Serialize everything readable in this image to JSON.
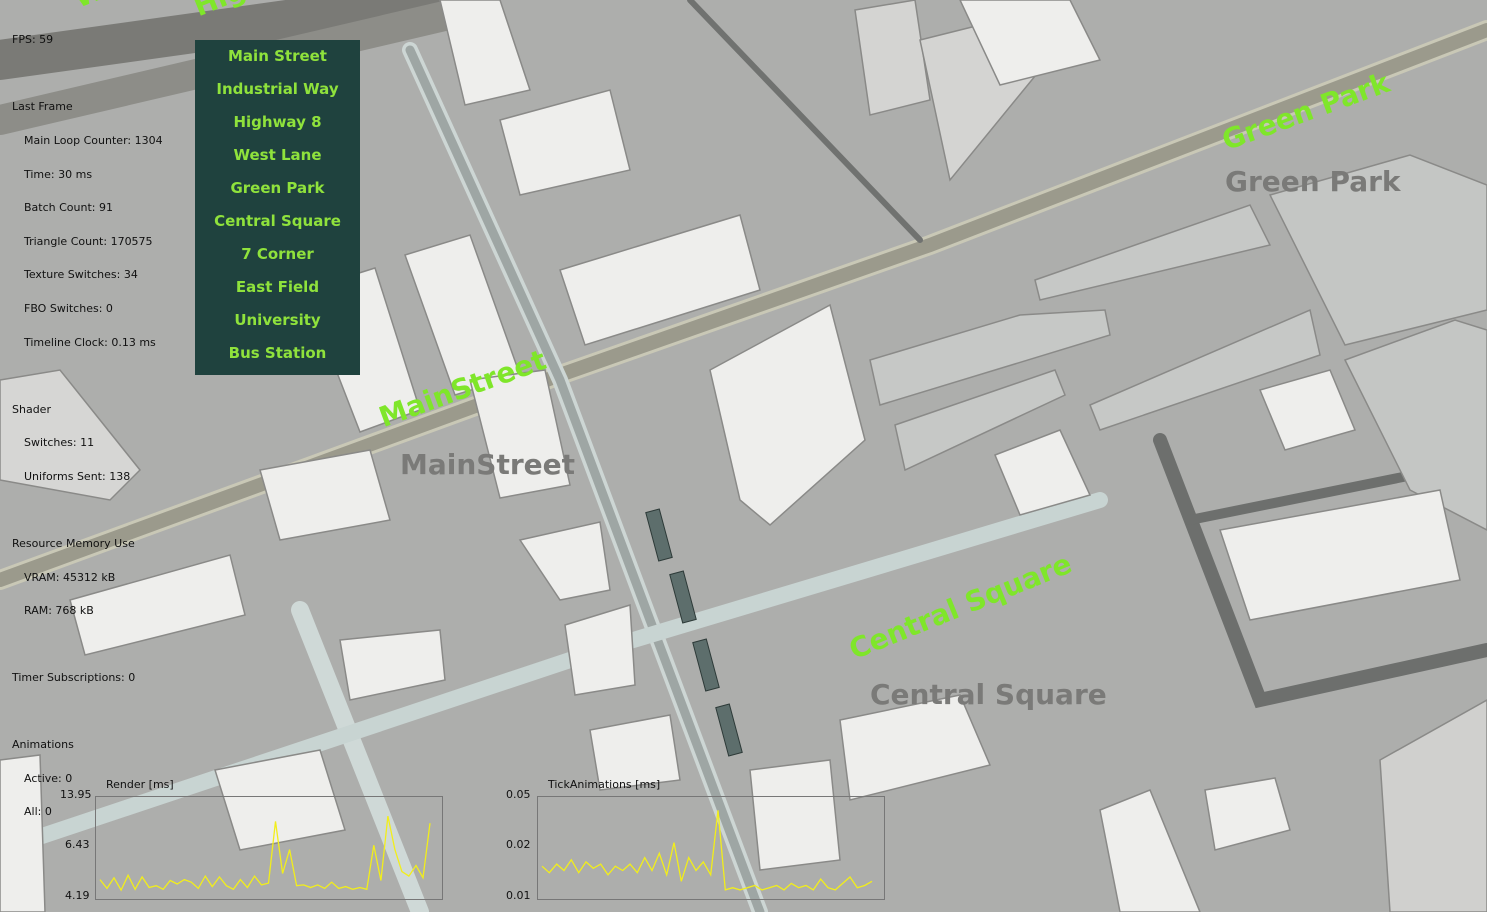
{
  "stats": {
    "fps": "FPS: 59",
    "last_frame": "Last Frame",
    "main_loop_counter": "Main Loop Counter: 1304",
    "time": "Time: 30 ms",
    "batch_count": "Batch Count: 91",
    "triangle_count": "Triangle Count: 170575",
    "texture_switches": "Texture Switches: 34",
    "fbo_switches": "FBO Switches: 0",
    "timeline_clock": "Timeline Clock: 0.13 ms",
    "shader": "Shader",
    "shader_switches": "Switches: 11",
    "uniforms_sent": "Uniforms Sent: 138",
    "resource_memory": "Resource Memory Use",
    "vram": "VRAM: 45312 kB",
    "ram": "RAM: 768 kB",
    "timer_subscriptions": "Timer Subscriptions: 0",
    "animations": "Animations",
    "animations_active": "Active: 0",
    "animations_all": "All: 0"
  },
  "menu": {
    "items": [
      "Main Street",
      "Industrial Way",
      "Highway 8",
      "West Lane",
      "Green Park",
      "Central Square",
      "7 Corner",
      "East Field",
      "University",
      "Bus Station"
    ]
  },
  "map_labels": {
    "main_street": "MainStreet",
    "green_park": "Green Park",
    "central_square": "Central Square",
    "west": "West",
    "highway": "Highway"
  },
  "colors": {
    "label_green": "#7fe62a",
    "menu_bg": "#1f423e",
    "graph_line": "#f2ee1a"
  },
  "chart_data": [
    {
      "type": "line",
      "title": "Render [ms]",
      "tick_labels": [
        "13.95",
        "6.43",
        "4.19"
      ],
      "ylim": [
        4.19,
        13.95
      ],
      "values": [
        5.6,
        4.6,
        5.8,
        4.4,
        6.1,
        4.5,
        5.9,
        4.7,
        4.9,
        4.5,
        5.5,
        5.1,
        5.6,
        5.3,
        4.6,
        6.0,
        4.8,
        5.9,
        4.9,
        4.5,
        5.6,
        4.7,
        6.0,
        5.0,
        5.2,
        12.2,
        6.3,
        9.0,
        4.9,
        5.0,
        4.7,
        5.0,
        4.6,
        5.3,
        4.6,
        4.8,
        4.5,
        4.7,
        4.5,
        9.5,
        5.5,
        12.8,
        9.0,
        6.5,
        6.0,
        7.2,
        5.8,
        12.0
      ]
    },
    {
      "type": "line",
      "title": "TickAnimations [ms]",
      "tick_labels": [
        "0.05",
        "0.02",
        "0.01"
      ],
      "ylim": [
        0.01,
        0.05
      ],
      "values": [
        0.022,
        0.019,
        0.023,
        0.02,
        0.025,
        0.019,
        0.024,
        0.021,
        0.023,
        0.018,
        0.022,
        0.02,
        0.023,
        0.019,
        0.026,
        0.02,
        0.028,
        0.018,
        0.033,
        0.015,
        0.026,
        0.02,
        0.024,
        0.018,
        0.048,
        0.011,
        0.012,
        0.011,
        0.012,
        0.013,
        0.011,
        0.012,
        0.013,
        0.011,
        0.014,
        0.012,
        0.013,
        0.011,
        0.016,
        0.012,
        0.011,
        0.014,
        0.017,
        0.012,
        0.013,
        0.015
      ]
    }
  ]
}
